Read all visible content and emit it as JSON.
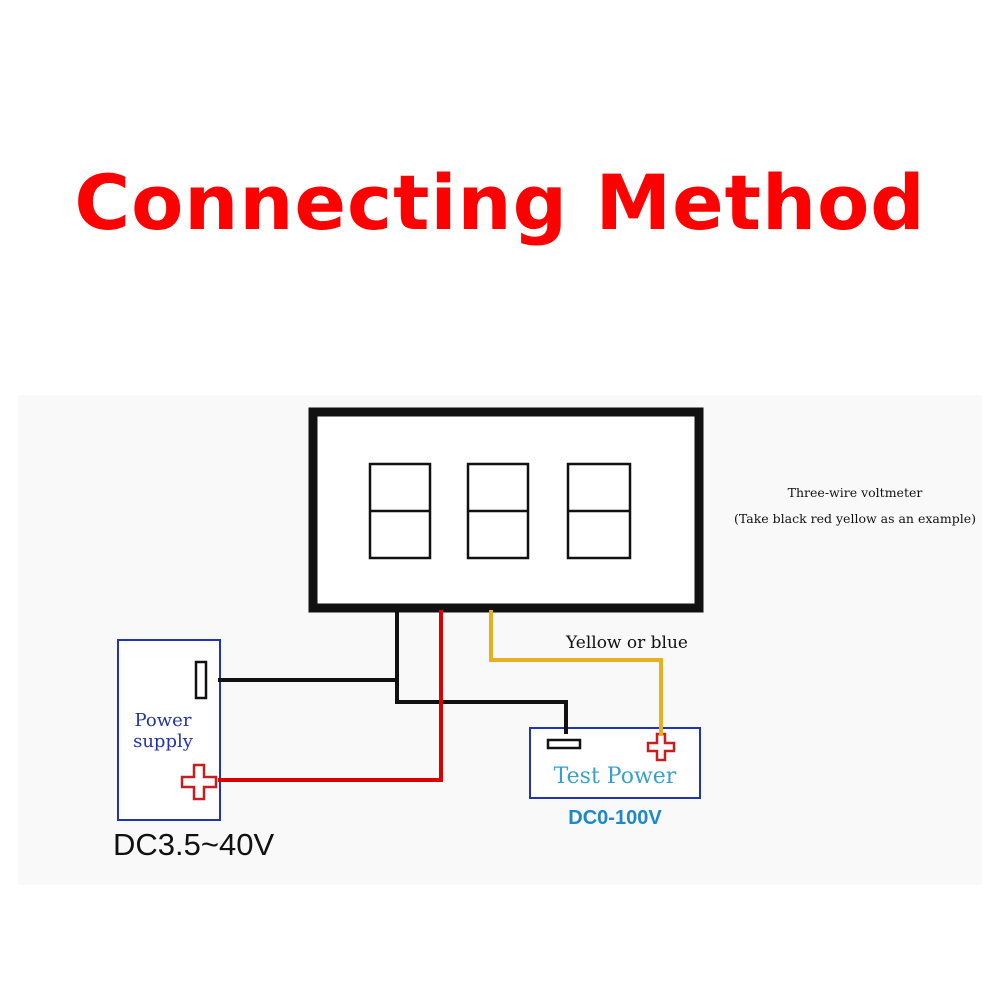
{
  "title": "Connecting Method",
  "note": {
    "line1": "Three-wire voltmeter",
    "line2": "(Take black red yellow as an example)"
  },
  "wire_label": "Yellow or blue",
  "power_supply": {
    "label_line1": "Power",
    "label_line2": "supply",
    "voltage": "DC3.5~40V"
  },
  "test_power": {
    "label": "Test Power",
    "voltage": "DC0-100V"
  },
  "colors": {
    "title": "#ff0000",
    "black_wire": "#111111",
    "red_wire": "#dd0000",
    "yellow_wire": "#e8b020",
    "box_border": "#2233bb",
    "label_blue": "#2233aa",
    "test_power_text": "#3aa0c8",
    "dc_range_text": "#1e88c8",
    "plus_sign": "#c81e1e"
  },
  "display": {
    "digit_count": 3
  }
}
